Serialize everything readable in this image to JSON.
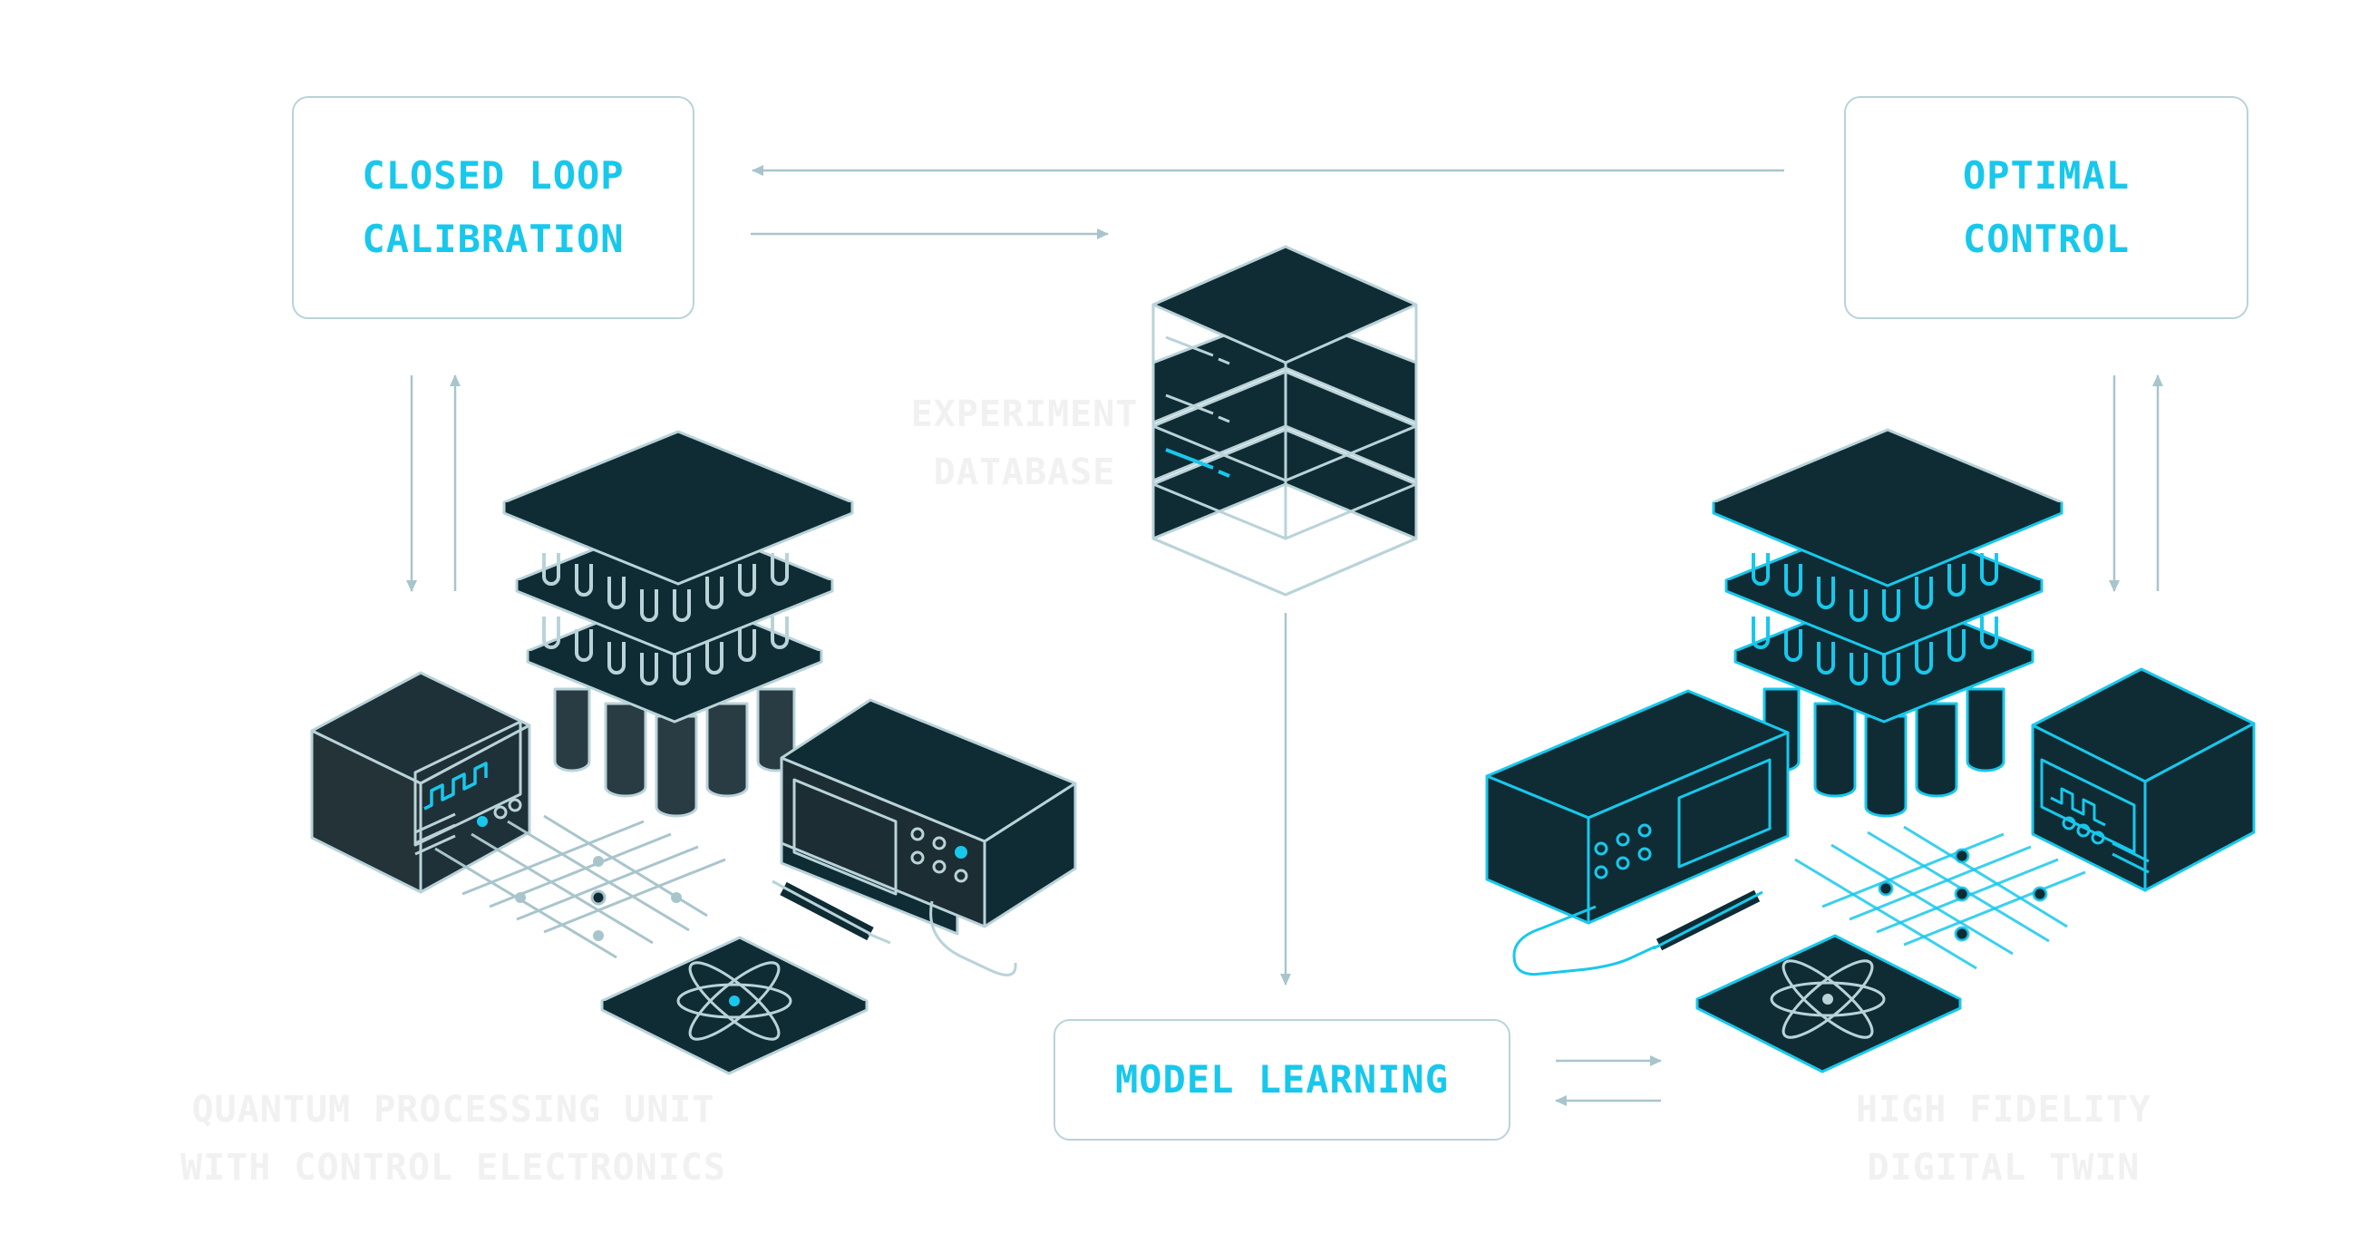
{
  "boxes": {
    "closed_loop": {
      "line1": "CLOSED LOOP",
      "line2": "CALIBRATION"
    },
    "optimal_control": {
      "line1": "OPTIMAL",
      "line2": "CONTROL"
    },
    "model_learning": {
      "label": "MODEL LEARNING"
    }
  },
  "faint_labels": {
    "database": {
      "line1": "EXPERIMENT",
      "line2": "DATABASE"
    },
    "qpu": {
      "line1": "QUANTUM PROCESSING UNIT",
      "line2": "WITH CONTROL ELECTRONICS"
    },
    "twin": {
      "line1": "HIGH FIDELITY",
      "line2": "DIGITAL TWIN"
    }
  },
  "colors": {
    "accent": "#18c8ec",
    "dark": "#0f2c35",
    "outline": "#b9d3d9",
    "arrow": "#a9c5cc"
  },
  "icons": [
    "database-stack-icon",
    "dilution-refrigerator-icon",
    "oscilloscope-icon",
    "signal-generator-icon",
    "qubit-grid-icon",
    "probe-cable-icon",
    "quantum-chip-icon"
  ]
}
